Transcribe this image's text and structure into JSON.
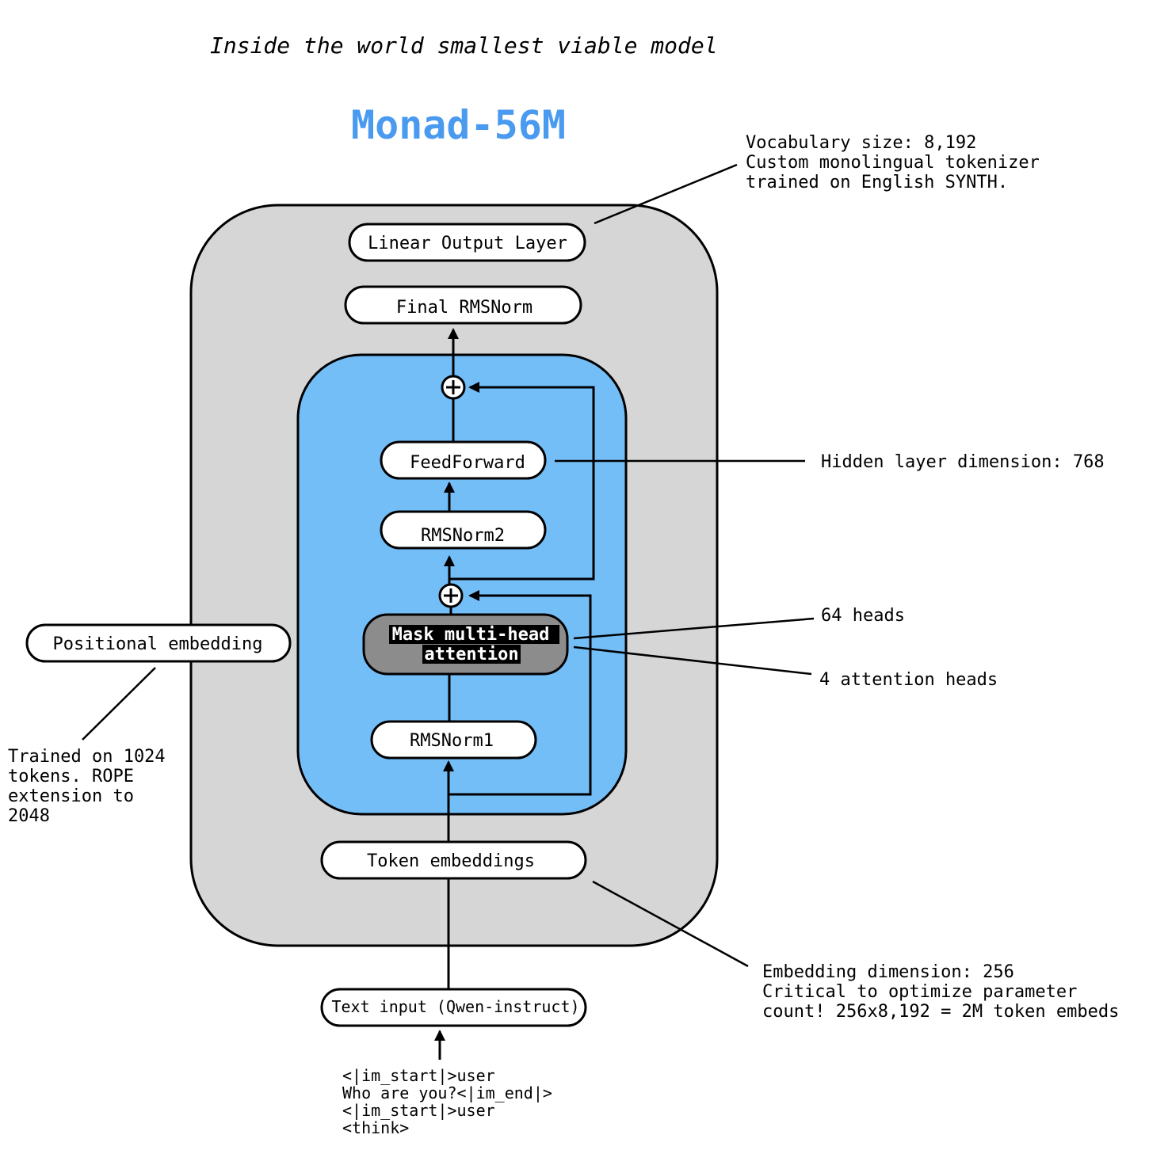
{
  "header": {
    "subtitle": "Inside the world smallest viable model",
    "title": "Monad-56M"
  },
  "colors": {
    "title": "#4a9af0",
    "outer_container": "#d6d6d6",
    "inner_block": "#74bef8",
    "attention_box": "#8c8c8c"
  },
  "blocks": {
    "linear_output": "Linear Output Layer",
    "final_norm": "Final RMSNorm",
    "feedforward": "FeedForward",
    "rmsnorm2": "RMSNorm2",
    "attention_line1": "Mask multi-head",
    "attention_line2": "attention",
    "rmsnorm1": "RMSNorm1",
    "positional": "Positional embedding",
    "token_embeddings": "Token embeddings",
    "text_input": "Text input (Qwen-instruct)"
  },
  "annotations": {
    "vocab": [
      "Vocabulary size: 8,192",
      "Custom monolingual tokenizer",
      "trained on English SYNTH."
    ],
    "hidden": "Hidden layer dimension: 768",
    "heads": "64 heads",
    "attn_heads": "4 attention heads",
    "positional": [
      "Trained on 1024",
      "tokens. ROPE",
      "extension to",
      "2048"
    ],
    "embedding": [
      "Embedding dimension: 256",
      "Critical to optimize parameter",
      "count! 256x8,192 = 2M token embeds"
    ]
  },
  "prompt_lines": [
    "<|im_start|>user",
    "Who are you?<|im_end|>",
    "<|im_start|>user",
    "<think>"
  ],
  "icons": {
    "add": "plus-circle-icon",
    "arrow": "arrow-up-icon"
  }
}
